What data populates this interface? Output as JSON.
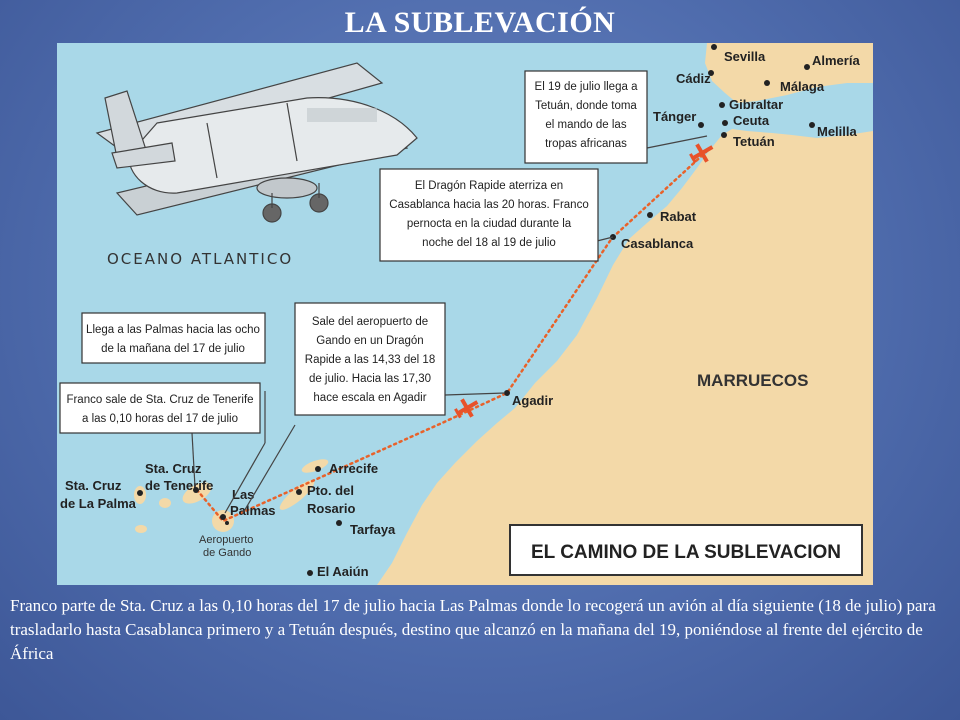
{
  "title": "LA SUBLEVACIÓN",
  "map": {
    "ocean_label": "OCEANO  ATLANTICO",
    "country_label": "MARRUECOS",
    "banner": "EL CAMINO DE LA SUBLEVACION",
    "places": {
      "sevilla": "Sevilla",
      "almeria": "Almería",
      "cadiz": "Cádiz",
      "malaga": "Málaga",
      "gibraltar": "Gibraltar",
      "tanger": "Tánger",
      "ceuta": "Ceuta",
      "tetuan": "Tetuán",
      "melilla": "Melilla",
      "rabat": "Rabat",
      "casablanca": "Casablanca",
      "agadir": "Agadir",
      "arrecife": "Arrecife",
      "pto_rosario_1": "Pto. del",
      "pto_rosario_2": "Rosario",
      "tarfaya": "Tarfaya",
      "el_aaiun": "El Aaiún",
      "sta_cruz_tenerife_1": "Sta. Cruz",
      "sta_cruz_tenerife_2": "de Tenerife",
      "sta_cruz_palma_1": "Sta. Cruz",
      "sta_cruz_palma_2": "de La Palma",
      "las_palmas_1": "Las",
      "las_palmas_2": "Palmas",
      "gando_1": "Aeropuerto",
      "gando_2": "de Gando"
    },
    "callouts": {
      "tetuan": [
        "El 19 de julio llega a",
        "Tetuán, donde toma",
        "el mando de las",
        "tropas africanas"
      ],
      "casablanca": [
        "El Dragón Rapide aterriza en",
        "Casablanca hacia las 20 horas. Franco",
        "pernocta en la ciudad durante la",
        "noche del 18 al 19 de julio"
      ],
      "gando": [
        "Sale del aeropuerto de",
        "Gando en un Dragón",
        "Rapide a las 14,33 del 18",
        "de julio. Hacia las 17,30",
        "hace escala en Agadir"
      ],
      "las_palmas": [
        "Llega a las Palmas hacia las ocho",
        "de la mañana del 17 de julio"
      ],
      "tenerife": [
        "Franco sale de Sta. Cruz de Tenerife",
        "a las 0,10 horas del 17 de julio"
      ]
    },
    "colors": {
      "sea": "#a9d8e8",
      "land": "#f3d9a8",
      "route": "#e8622a",
      "plane_marker": "#e8522a",
      "box_border": "#333333"
    }
  },
  "caption": "Franco parte de Sta. Cruz  a las 0,10 horas del 17 de julio hacia Las Palmas donde lo recogerá un avión al día siguiente (18 de julio) para trasladarlo hasta Casablanca primero y a Tetuán después, destino que alcanzó en la mañana del 19, poniéndose al frente del ejército de África"
}
